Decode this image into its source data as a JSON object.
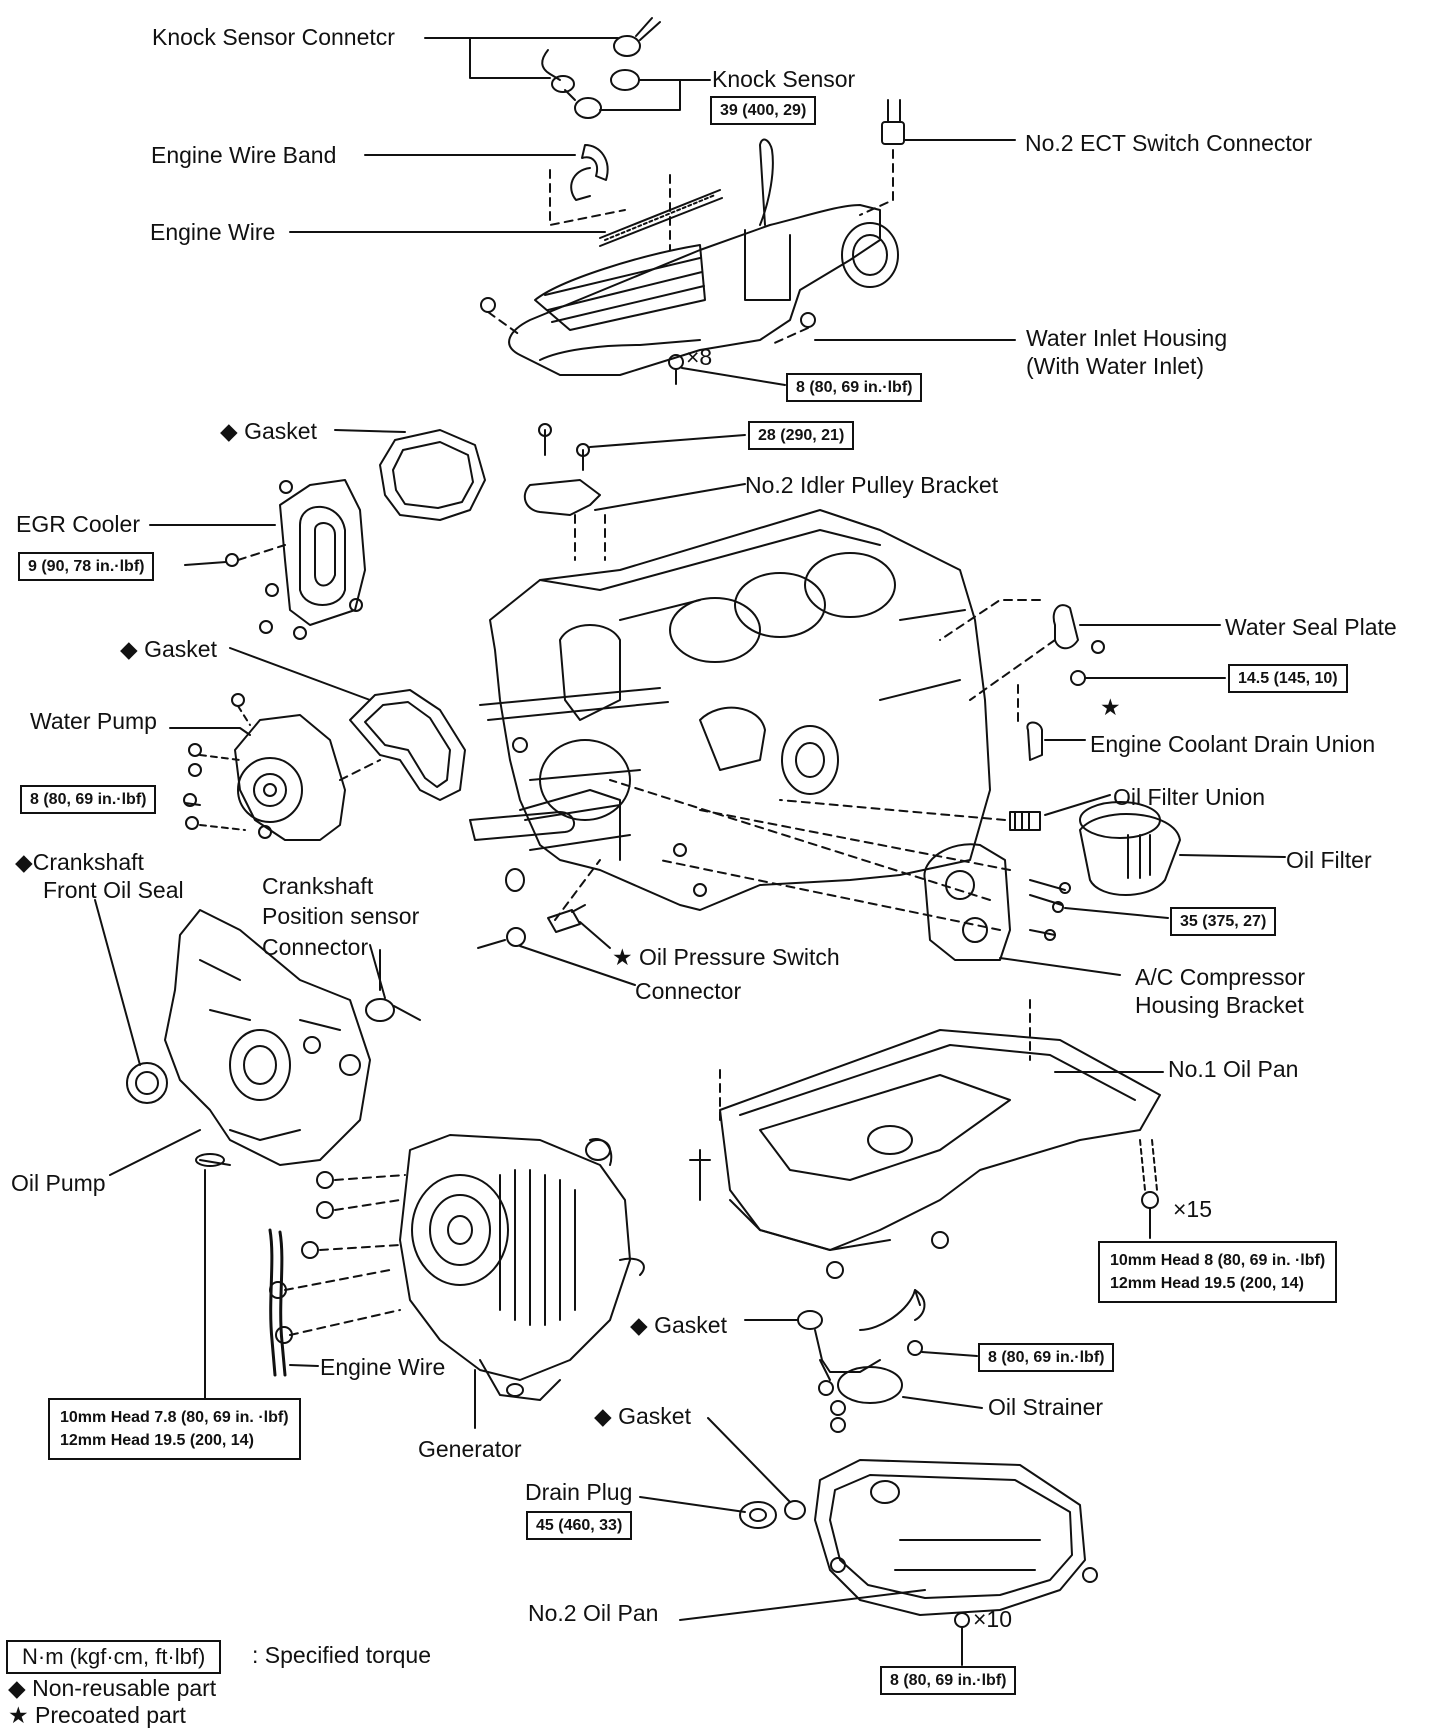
{
  "labels": {
    "knock_sensor_connector": "Knock Sensor Connetcr",
    "knock_sensor": "Knock Sensor",
    "engine_wire_band": "Engine Wire Band",
    "engine_wire_top": "Engine Wire",
    "no2_ect_switch_connector": "No.2 ECT Switch Connector",
    "water_inlet_housing_1": "Water Inlet Housing",
    "water_inlet_housing_2": "(With Water Inlet)",
    "x8": "×8",
    "gasket_1": "Gasket",
    "egr_cooler": "EGR Cooler",
    "no2_idler_pulley_bracket": "No.2 Idler Pulley Bracket",
    "gasket_2": "Gasket",
    "water_pump": "Water Pump",
    "water_seal_plate": "Water Seal Plate",
    "engine_coolant_drain_union": "Engine Coolant Drain Union",
    "oil_filter_union": "Oil Filter Union",
    "oil_filter": "Oil Filter",
    "crankshaft_front_oil_seal_1": "Crankshaft",
    "crankshaft_front_oil_seal_2": "Front Oil Seal",
    "crankshaft_position_sensor_1": "Crankshaft",
    "crankshaft_position_sensor_2": "Position sensor",
    "crankshaft_position_sensor_3": "Connector",
    "oil_pressure_switch": "Oil Pressure Switch",
    "oil_pressure_connector": "Connector",
    "ac_compressor_bracket_1": "A/C Compressor",
    "ac_compressor_bracket_2": "Housing Bracket",
    "no1_oil_pan": "No.1 Oil Pan",
    "x15": "×15",
    "oil_pump": "Oil Pump",
    "engine_wire_bottom": "Engine Wire",
    "generator": "Generator",
    "gasket_3": "Gasket",
    "oil_strainer": "Oil Strainer",
    "gasket_4": "Gasket",
    "drain_plug": "Drain Plug",
    "no2_oil_pan": "No.2 Oil Pan",
    "x10": "×10"
  },
  "torques": {
    "knock_sensor": "39 (400, 29)",
    "water_inlet": "8 (80, 69 in.·lbf)",
    "idler_pulley": "28 (290, 21)",
    "egr_cooler": "9 (90, 78 in.·lbf)",
    "water_seal_plate": "14.5 (145, 10)",
    "water_pump": "8 (80, 69 in.·lbf)",
    "ac_bracket": "35 (375, 27)",
    "oil_pan1_line1": "10mm Head  8 (80, 69 in. ·lbf)",
    "oil_pan1_line2": "12mm Head  19.5 (200, 14)",
    "oil_strainer": "8 (80, 69 in.·lbf)",
    "generator_line1": "10mm Head  7.8 (80, 69 in. ·lbf)",
    "generator_line2": "12mm Head  19.5 (200, 14)",
    "drain_plug": "45 (460, 33)",
    "oil_pan2": "8 (80, 69 in.·lbf)"
  },
  "legend": {
    "torque_box": "N·m (kgf·cm, ft·lbf)",
    "torque_text": ": Specified torque",
    "nonreusable": "Non-reusable part",
    "precoated": "Precoated part"
  },
  "symbols": {
    "diamond": "◆",
    "star": "★"
  }
}
